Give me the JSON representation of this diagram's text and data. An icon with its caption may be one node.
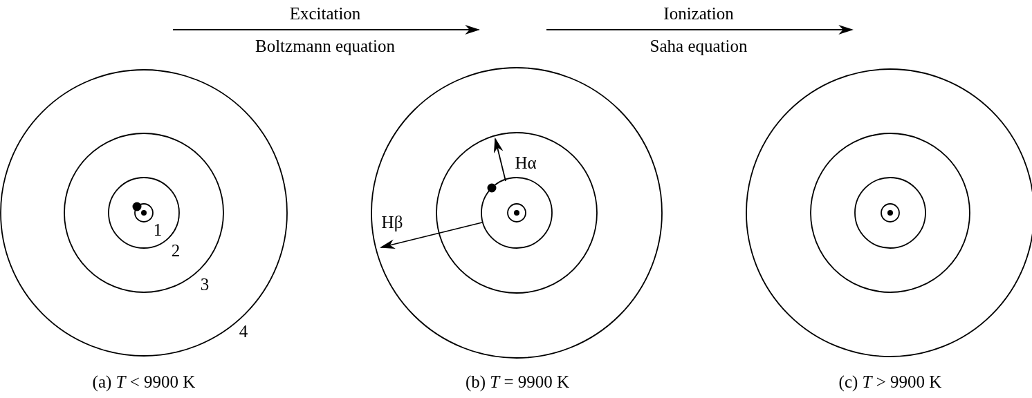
{
  "diagram": {
    "labels": [
      "Excitation",
      "Ionization",
      "Boltzmann equation",
      "Saha equation",
      "Hα",
      "1",
      "Hβ",
      "2",
      "3",
      "4",
      "(a) *T* < 9900 K",
      "(b) *T* = 9900 K",
      "(c) *T* > 9900 K"
    ]
  }
}
